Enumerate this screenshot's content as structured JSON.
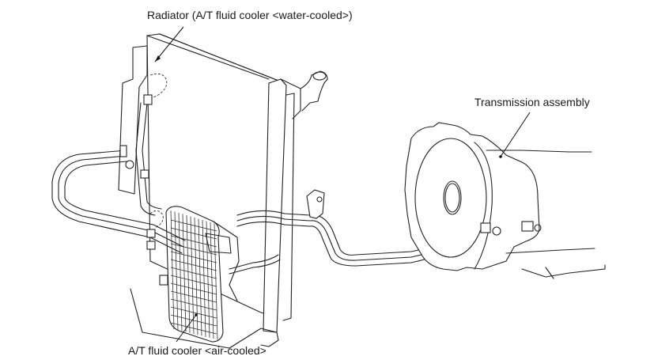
{
  "diagram": {
    "labels": {
      "radiator": "Radiator (A/T fluid cooler <water-cooled>)",
      "transmission": "Transmission assembly",
      "air_cooler": "A/T fluid cooler <air-cooled>"
    },
    "colors": {
      "line": "#222222",
      "background": "#ffffff",
      "text": "#1a1a1a"
    }
  }
}
